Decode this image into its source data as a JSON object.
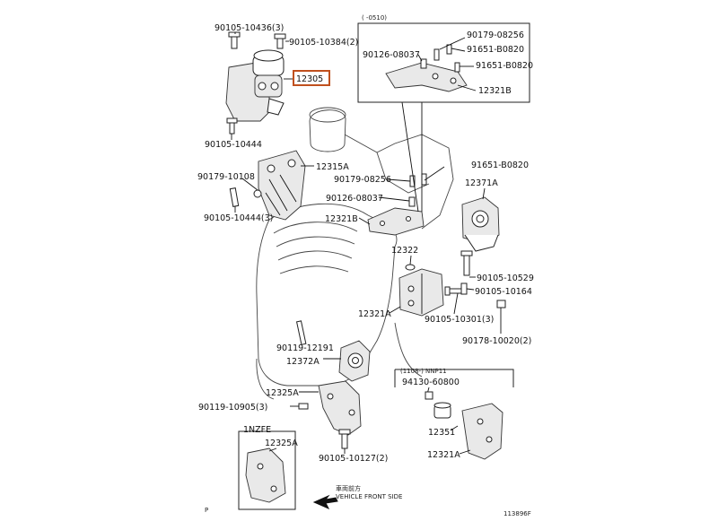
{
  "labels": {
    "p_90105_10436": "90105-10436(3)",
    "p_90105_10384": "90105-10384(2)",
    "p_12305": "12305",
    "p_90105_10444": "90105-10444",
    "p_12315A": "12315A",
    "p_90179_10108": "90179-10108",
    "p_90105_10444_3": "90105-10444(3)",
    "p_90179_08256": "90179-08256",
    "p_90126_08037": "90126-08037",
    "p_12321B": "12321B",
    "p_91651_B0820": "91651-B0820",
    "p_12371A": "12371A",
    "p_12322": "12322",
    "p_90105_10529": "90105-10529",
    "p_90105_10164": "90105-10164",
    "p_12321A": "12321A",
    "p_90105_10301": "90105-10301(3)",
    "p_90178_10020": "90178-10020(2)",
    "p_90119_12191": "90119-12191",
    "p_12372A": "12372A",
    "p_12325A": "12325A",
    "p_90119_10905": "90119-10905(3)",
    "p_90105_10127": "90105-10127(2)",
    "p_94130_60800": "94130-60800",
    "p_12351": "12351",
    "inset_top": {
      "header": "(    -0510)",
      "p_90179_08256": "90179-08256",
      "p_90126_08037": "90126-08037",
      "p_91651_B0820_a": "91651-B0820",
      "p_91651_B0820_b": "91651-B0820",
      "p_12321B": "12321B"
    },
    "inset_right": {
      "header": "(1108-)  NNP11"
    },
    "inset_bottom": {
      "header": "1NZFE",
      "p_12325A": "12325A"
    },
    "front_cn": "車両前方",
    "front_en": "VEHICLE FRONT SIDE",
    "corner_p": "P",
    "drawing_no": "113896F"
  },
  "colors": {
    "highlight_box": "#c0501e"
  }
}
